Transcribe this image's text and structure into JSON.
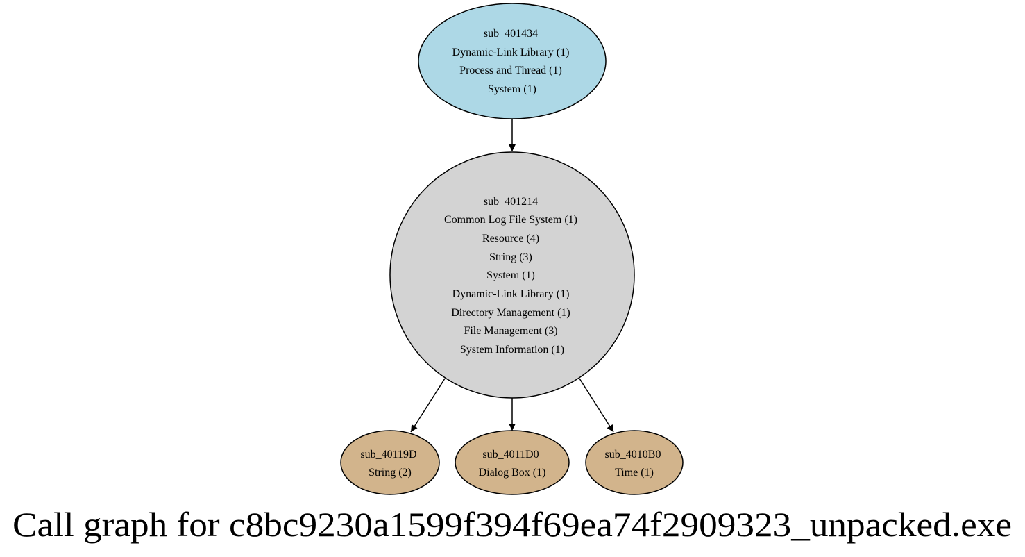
{
  "graph": {
    "caption": "Call graph for c8bc9230a1599f394f69ea74f2909323_unpacked.exe",
    "nodes": [
      {
        "id": "sub_401434",
        "fill": "#add8e6",
        "lines": [
          "sub_401434",
          "Dynamic-Link Library (1)",
          "Process and Thread (1)",
          "System (1)"
        ]
      },
      {
        "id": "sub_401214",
        "fill": "#d3d3d3",
        "lines": [
          "sub_401214",
          "Common Log File System (1)",
          "Resource (4)",
          "String (3)",
          "System (1)",
          "Dynamic-Link Library (1)",
          "Directory Management (1)",
          "File Management (3)",
          "System Information (1)"
        ]
      },
      {
        "id": "sub_40119D",
        "fill": "#d2b48c",
        "lines": [
          "sub_40119D",
          "String (2)"
        ]
      },
      {
        "id": "sub_4011D0",
        "fill": "#d2b48c",
        "lines": [
          "sub_4011D0",
          "Dialog Box (1)"
        ]
      },
      {
        "id": "sub_4010B0",
        "fill": "#d2b48c",
        "lines": [
          "sub_4010B0",
          "Time (1)"
        ]
      }
    ],
    "edges": [
      {
        "from": "sub_401434",
        "to": "sub_401214"
      },
      {
        "from": "sub_401214",
        "to": "sub_40119D"
      },
      {
        "from": "sub_401214",
        "to": "sub_4011D0"
      },
      {
        "from": "sub_401214",
        "to": "sub_4010B0"
      }
    ]
  }
}
